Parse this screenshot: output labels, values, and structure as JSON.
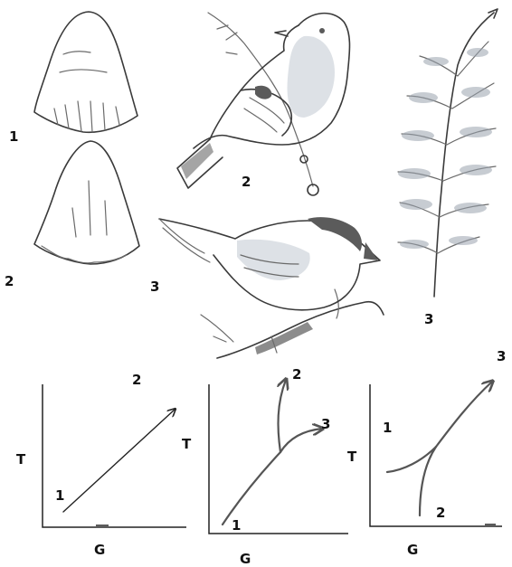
{
  "shells": {
    "shell_1_label": "1",
    "shell_2_label": "2"
  },
  "birds": {
    "upper_bird_label": "2",
    "lower_bird_label": "3"
  },
  "plant": {
    "label": "3"
  },
  "graphs": [
    {
      "y_axis": "T",
      "x_axis": "G",
      "labels": [
        "1",
        "2"
      ]
    },
    {
      "y_axis": "T",
      "x_axis": "G",
      "labels": [
        "1",
        "2",
        "3"
      ]
    },
    {
      "y_axis": "T",
      "x_axis": "G",
      "labels": [
        "1",
        "2",
        "3"
      ]
    }
  ]
}
